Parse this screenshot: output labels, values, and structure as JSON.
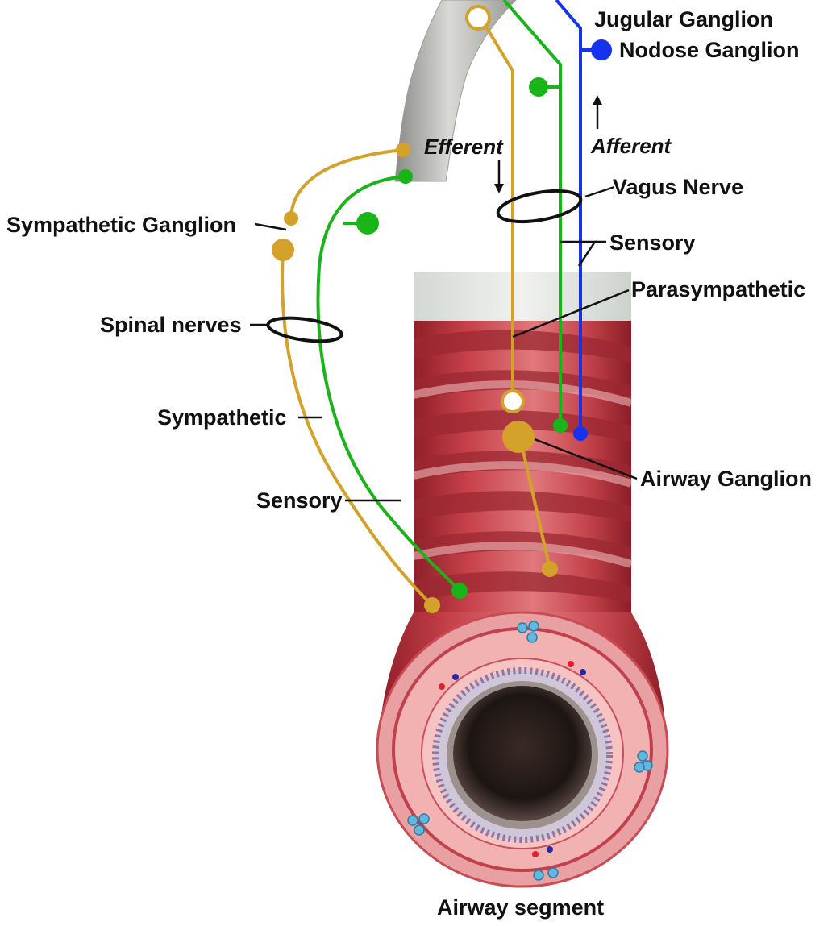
{
  "labels": {
    "jugular_ganglion": "Jugular Ganglion",
    "nodose_ganglion": "Nodose Ganglion",
    "efferent": "Efferent",
    "afferent": "Afferent",
    "vagus_nerve": "Vagus Nerve",
    "sensory_vagal": "Sensory",
    "parasympathetic": "Parasympathetic",
    "sympathetic_ganglion": "Sympathetic Ganglion",
    "spinal_nerves": "Spinal nerves",
    "sympathetic": "Sympathetic",
    "sensory_spinal": "Sensory",
    "airway_ganglion": "Airway Ganglion",
    "airway_segment": "Airway segment"
  },
  "colors": {
    "sympathetic_parasympathetic": "#d4a12a",
    "sensory": "#18b418",
    "afferent_vagal": "#1533ee",
    "airway_muscle": "#b8313a",
    "airway_mucosa": "#f2b0b0"
  }
}
